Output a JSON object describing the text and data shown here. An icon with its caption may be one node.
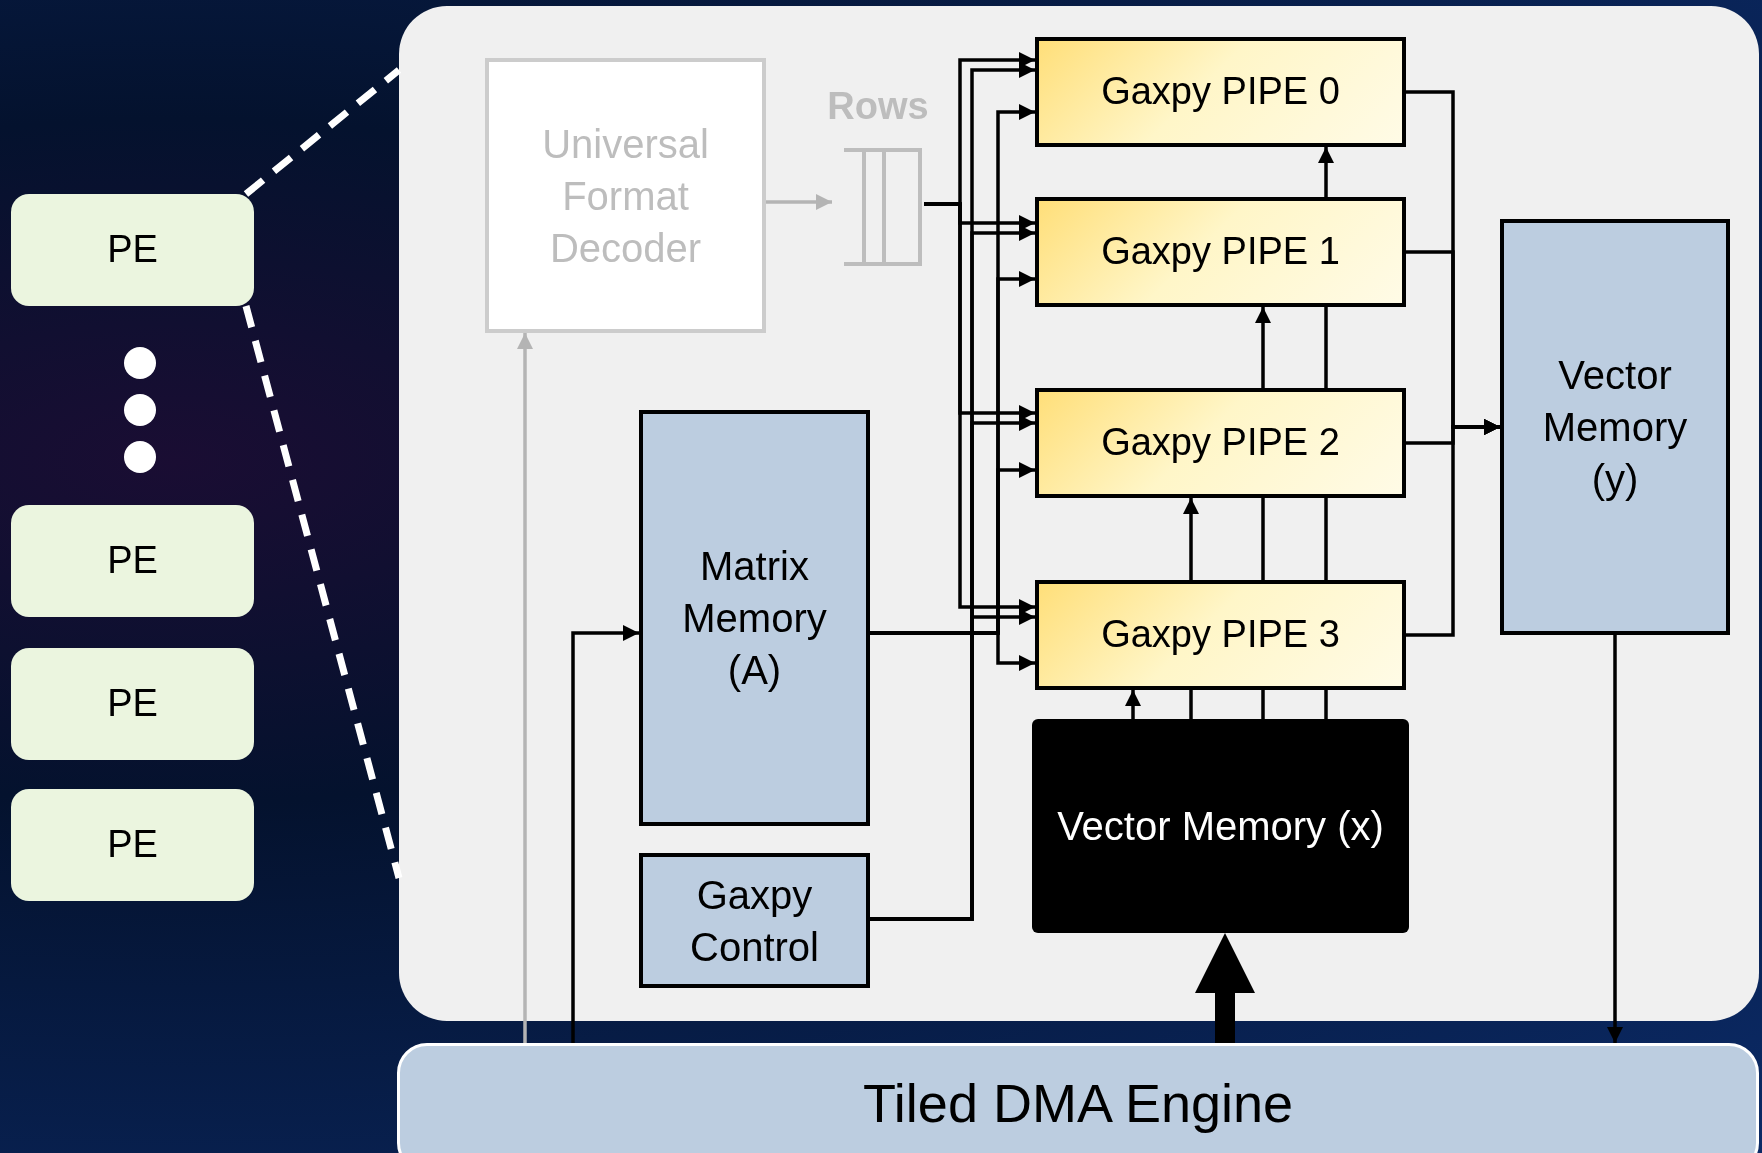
{
  "diagram": {
    "nodes": [
      {
        "text": [
          "PE"
        ]
      },
      {
        "text": [
          "PE"
        ]
      },
      {
        "text": [
          "PE"
        ]
      },
      {
        "text": [
          "PE"
        ]
      },
      {
        "text": [],
        "shape": "box"
      },
      {
        "text": [
          "Universal Format Decoder"
        ],
        "in": 4
      },
      {
        "text": [
          "Rows"
        ],
        "in": 4
      },
      {
        "text": [
          "Gaxpy PIPE 0"
        ],
        "in": 4
      },
      {
        "text": [
          "Gaxpy PIPE 1"
        ],
        "in": 4
      },
      {
        "text": [
          "Gaxpy PIPE 2"
        ],
        "in": 4
      },
      {
        "text": [
          "Gaxpy PIPE 3"
        ],
        "in": 4
      },
      {
        "text": [
          "Vector Memory (y)"
        ],
        "in": 4
      },
      {
        "text": [
          "Matrix Memory (A)"
        ],
        "in": 4
      },
      {
        "text": [
          "Gaxpy Control"
        ],
        "in": 4
      },
      {
        "text": [
          "Vector Memory (x)"
        ],
        "in": 4
      },
      {
        "text": [
          "Tiled DMA Engine"
        ]
      }
    ],
    "edges": [
      {
        "from": 0,
        "to": 4,
        "arrow": "none",
        "style": "dashed",
        "color": "#ffffff"
      },
      {
        "from": 0,
        "to": 4,
        "arrow": "none",
        "style": "dashed",
        "color": "#ffffff"
      },
      {
        "from": 15,
        "to": 5,
        "arrow": "to",
        "color": "#b4b4b4"
      },
      {
        "from": 5,
        "to": 6,
        "arrow": "to",
        "color": "#b4b4b4"
      },
      {
        "from": 6,
        "to": 7,
        "arrow": "to"
      },
      {
        "from": 6,
        "to": 8,
        "arrow": "to"
      },
      {
        "from": 6,
        "to": 9,
        "arrow": "to"
      },
      {
        "from": 6,
        "to": 10,
        "arrow": "to"
      },
      {
        "from": 15,
        "to": 12,
        "arrow": "to"
      },
      {
        "from": 12,
        "to": 7,
        "arrow": "to"
      },
      {
        "from": 12,
        "to": 8,
        "arrow": "to"
      },
      {
        "from": 12,
        "to": 9,
        "arrow": "to"
      },
      {
        "from": 12,
        "to": 10,
        "arrow": "to"
      },
      {
        "from": 13,
        "to": 7,
        "arrow": "to"
      },
      {
        "from": 13,
        "to": 8,
        "arrow": "to"
      },
      {
        "from": 13,
        "to": 9,
        "arrow": "to"
      },
      {
        "from": 13,
        "to": 10,
        "arrow": "to"
      },
      {
        "from": 14,
        "to": 10,
        "arrow": "to"
      },
      {
        "from": 14,
        "to": 10,
        "arrow": "none"
      },
      {
        "from": 14,
        "to": 10,
        "arrow": "none"
      },
      {
        "from": 14,
        "to": 10,
        "arrow": "none"
      },
      {
        "from": 10,
        "to": 9,
        "arrow": "to"
      },
      {
        "from": 10,
        "to": 9,
        "arrow": "none"
      },
      {
        "from": 10,
        "to": 9,
        "arrow": "none"
      },
      {
        "from": 9,
        "to": 8,
        "arrow": "to"
      },
      {
        "from": 9,
        "to": 8,
        "arrow": "none"
      },
      {
        "from": 8,
        "to": 7,
        "arrow": "to"
      },
      {
        "from": 7,
        "to": 11,
        "arrow": "to"
      },
      {
        "from": 8,
        "to": 11,
        "arrow": "to"
      },
      {
        "from": 9,
        "to": 11,
        "arrow": "to"
      },
      {
        "from": 10,
        "to": 11,
        "arrow": "to"
      },
      {
        "from": 11,
        "to": 15,
        "arrow": "to"
      },
      {
        "from": 15,
        "to": 14,
        "arrow": "to",
        "style": "thick"
      }
    ]
  }
}
